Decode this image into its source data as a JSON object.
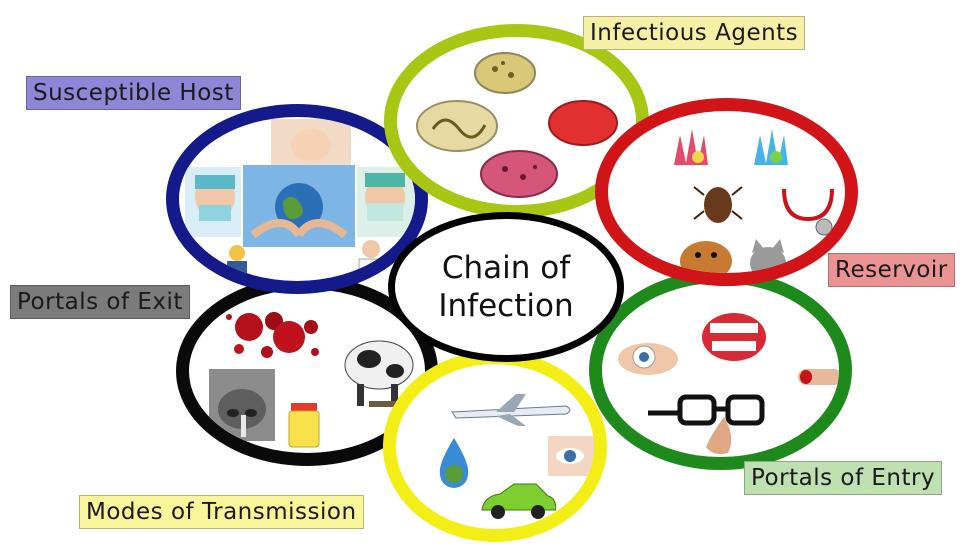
{
  "center": {
    "line1": "Chain of",
    "line2": "Infection"
  },
  "links": [
    {
      "name": "infectious-agents",
      "label": "Infectious Agents",
      "label_bg": "#f6f0a6",
      "ring_color": "#a8c614"
    },
    {
      "name": "reservoir",
      "label": "Reservoir",
      "label_bg": "#e99493",
      "ring_color": "#d01417"
    },
    {
      "name": "portals-of-entry",
      "label": "Portals of Entry",
      "label_bg": "#bfe0b0",
      "ring_color": "#1f8a1c"
    },
    {
      "name": "modes-of-transmission",
      "label": "Modes of Transmission",
      "label_bg": "#f8f59a",
      "ring_color": "#f2ee16"
    },
    {
      "name": "portals-of-exit",
      "label": "Portals of Exit",
      "label_bg": "#7b7b7b",
      "ring_color": "#0a0a0a"
    },
    {
      "name": "susceptible-host",
      "label": "Susceptible Host",
      "label_bg": "#8e86d6",
      "ring_color": "#141a8a"
    }
  ]
}
